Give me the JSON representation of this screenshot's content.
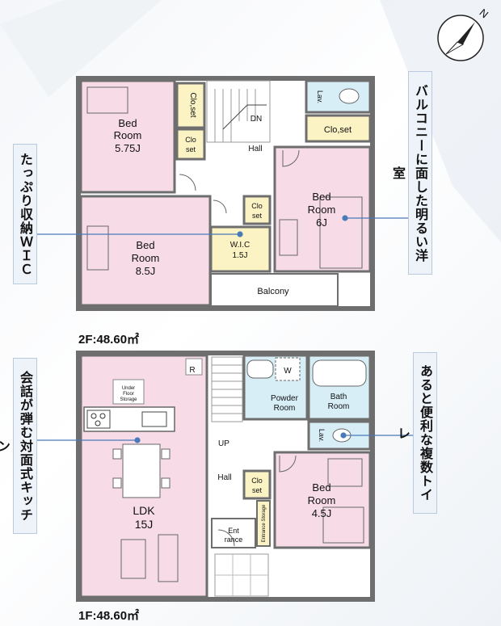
{
  "compass": {
    "north": "N"
  },
  "floor2": {
    "area_label": "2F:48.60㎡",
    "rooms": {
      "bed1": [
        "Bed",
        "Room",
        "5.75J"
      ],
      "closet1": [
        "Clo",
        "set"
      ],
      "dn": "DN",
      "hall": "Hall",
      "lav": "Lav.",
      "closet2": [
        "Clo",
        "set"
      ],
      "bed2": [
        "Bed",
        "Room",
        "6J"
      ],
      "bed3": [
        "Bed",
        "Room",
        "8.5J"
      ],
      "wic": [
        "W.I.C",
        "1.5J"
      ],
      "balcony": "Balcony"
    }
  },
  "floor1": {
    "area_label": "1F:48.60㎡",
    "rooms": {
      "r": "R",
      "under_floor": [
        "Under",
        "Floor",
        "Storage"
      ],
      "w": "W",
      "powder": [
        "Powder",
        "Room"
      ],
      "bath": [
        "Bath",
        "Room"
      ],
      "lav": "Lav.",
      "up": "UP",
      "ldk": [
        "LDK",
        "15J"
      ],
      "hall": "Hall",
      "closet": [
        "Clo",
        "set"
      ],
      "entrance": [
        "Ent",
        "rance"
      ],
      "entrance_storage": "Entrance Storage",
      "bed": [
        "Bed",
        "Room",
        "4.5J"
      ]
    }
  },
  "callouts": {
    "walk_in": "たっぷり収納ＷＩＣ",
    "balcony_room": "バルコニーに面した明るい洋室",
    "kitchen": "会話が弾む対面式キッチン",
    "toilets": "あると便利な複数トイレ"
  },
  "colors": {
    "wall": "#6e6e6e",
    "pink": "#f7dce8",
    "yellow": "#fbf3c4",
    "blue": "#d7eef7",
    "white": "#ffffff",
    "callout_line": "#4a7ab8"
  }
}
